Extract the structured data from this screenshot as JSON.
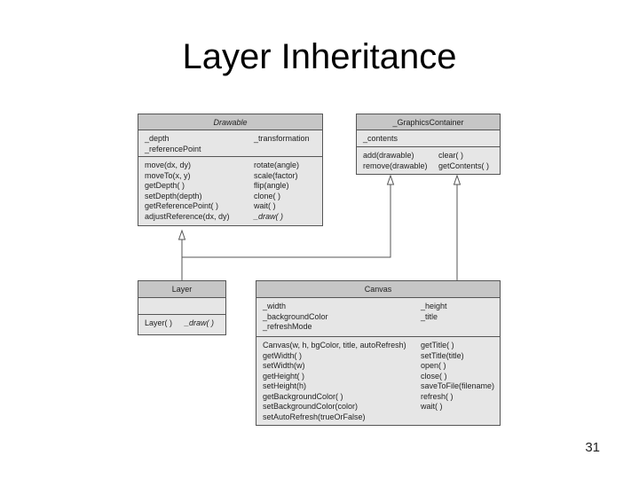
{
  "title": "Layer Inheritance",
  "slide_number": "31",
  "classes": {
    "drawable": {
      "name": "Drawable",
      "attributes_left": [
        "_depth",
        "_referencePoint"
      ],
      "attributes_right": [
        "_transformation"
      ],
      "methods_left": [
        "move(dx, dy)",
        "moveTo(x, y)",
        "getDepth( )",
        "setDepth(depth)",
        "getReferencePoint( )",
        "adjustReference(dx, dy)"
      ],
      "methods_right": [
        "rotate(angle)",
        "scale(factor)",
        "flip(angle)",
        "clone( )",
        "wait( )",
        "_draw( )"
      ]
    },
    "graphics_container": {
      "name": "_GraphicsContainer",
      "attributes_left": [
        "_contents"
      ],
      "methods_left": [
        "add(drawable)",
        "remove(drawable)"
      ],
      "methods_right": [
        "clear( )",
        "getContents( )"
      ]
    },
    "layer": {
      "name": "Layer",
      "methods_left": [
        "Layer( )"
      ],
      "methods_right": [
        "_draw( )"
      ]
    },
    "canvas": {
      "name": "Canvas",
      "attributes_left": [
        "_width",
        "_backgroundColor",
        "_refreshMode"
      ],
      "attributes_right": [
        "_height",
        "_title"
      ],
      "methods_left": [
        "Canvas(w, h, bgColor, title, autoRefresh)",
        "getWidth( )",
        "setWidth(w)",
        "getHeight( )",
        "setHeight(h)",
        "getBackgroundColor( )",
        "setBackgroundColor(color)",
        "setAutoRefresh(trueOrFalse)"
      ],
      "methods_right": [
        "getTitle( )",
        "setTitle(title)",
        "open( )",
        "close( )",
        "saveToFile(filename)",
        "refresh( )",
        "wait( )"
      ]
    }
  },
  "colors": {
    "box_fill": "#e6e6e6",
    "header_fill": "#c6c6c6",
    "line": "#555555"
  }
}
